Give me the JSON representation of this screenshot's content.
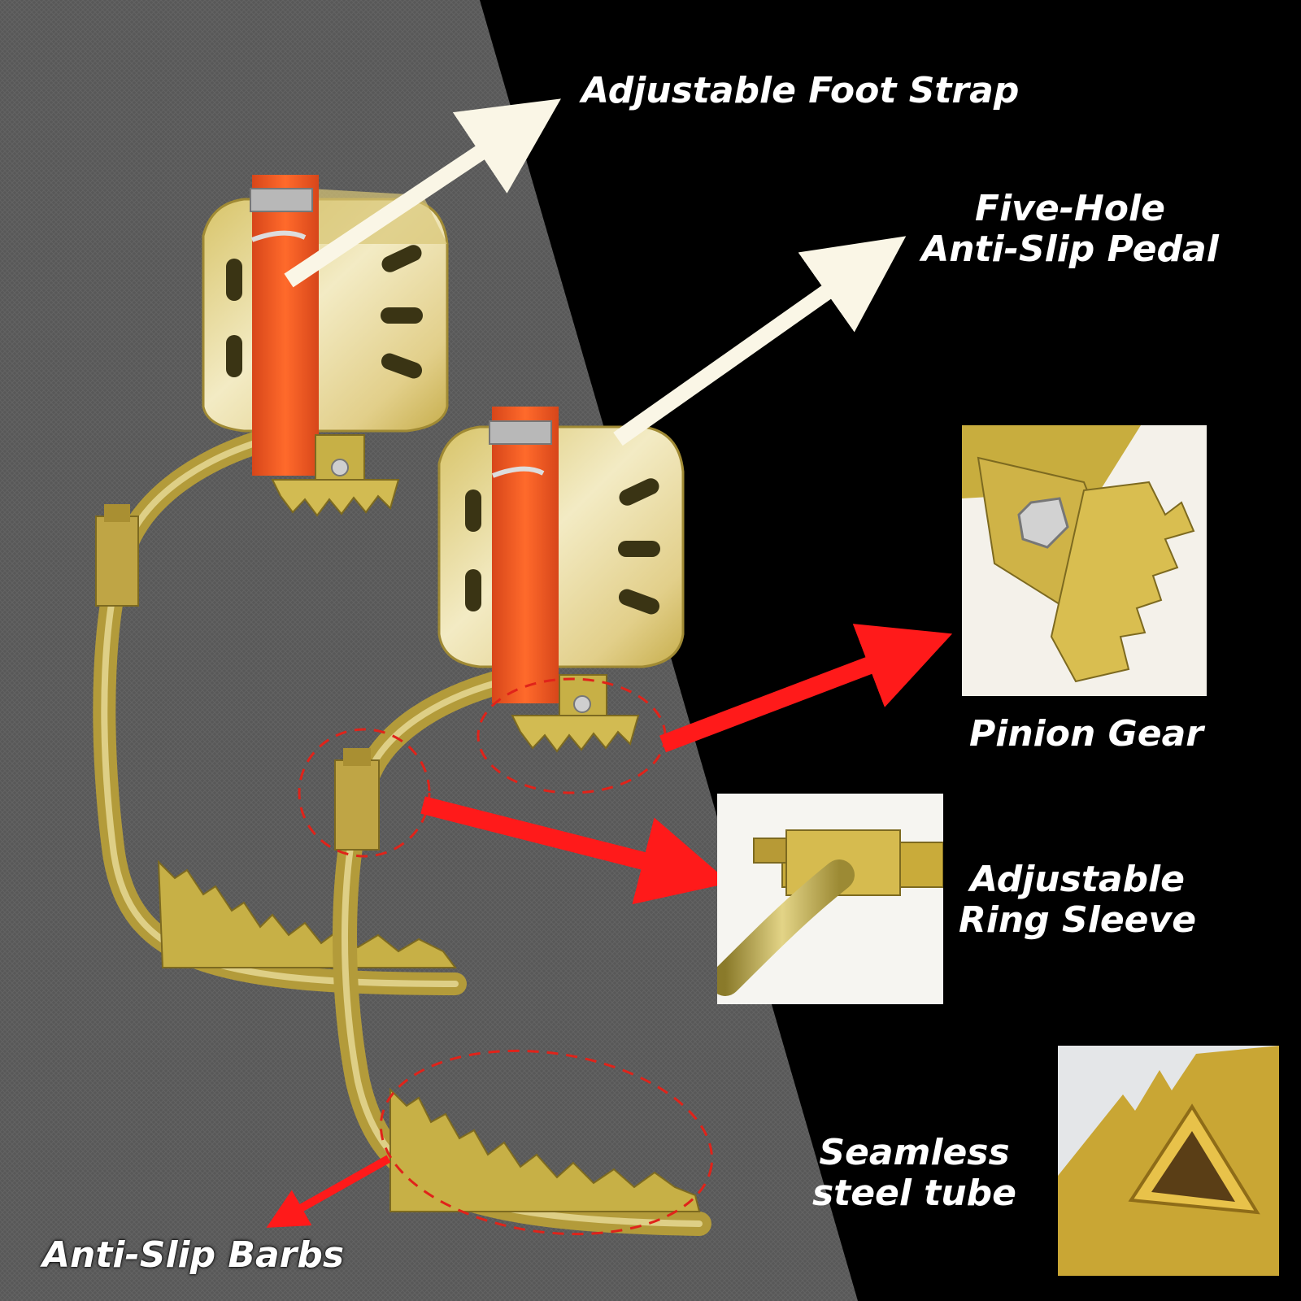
{
  "labels": {
    "foot_strap": "Adjustable Foot Strap",
    "pedal_line1": "Five-Hole",
    "pedal_line2": "Anti-Slip Pedal",
    "pinion_gear": "Pinion Gear",
    "ring_sleeve_line1": "Adjustable",
    "ring_sleeve_line2": "Ring Sleeve",
    "tube_line1": "Seamless",
    "tube_line2": "steel tube",
    "barbs": "Anti-Slip Barbs"
  },
  "colors": {
    "background_left": "#5a5a5a",
    "background_right": "#000000",
    "metal": "#c9b14a",
    "metal_light": "#eee2a3",
    "strap": "#f25a1f",
    "callout_red": "#ff1a1a",
    "pointer_cream": "#faf6e6",
    "label_text": "#ffffff"
  }
}
